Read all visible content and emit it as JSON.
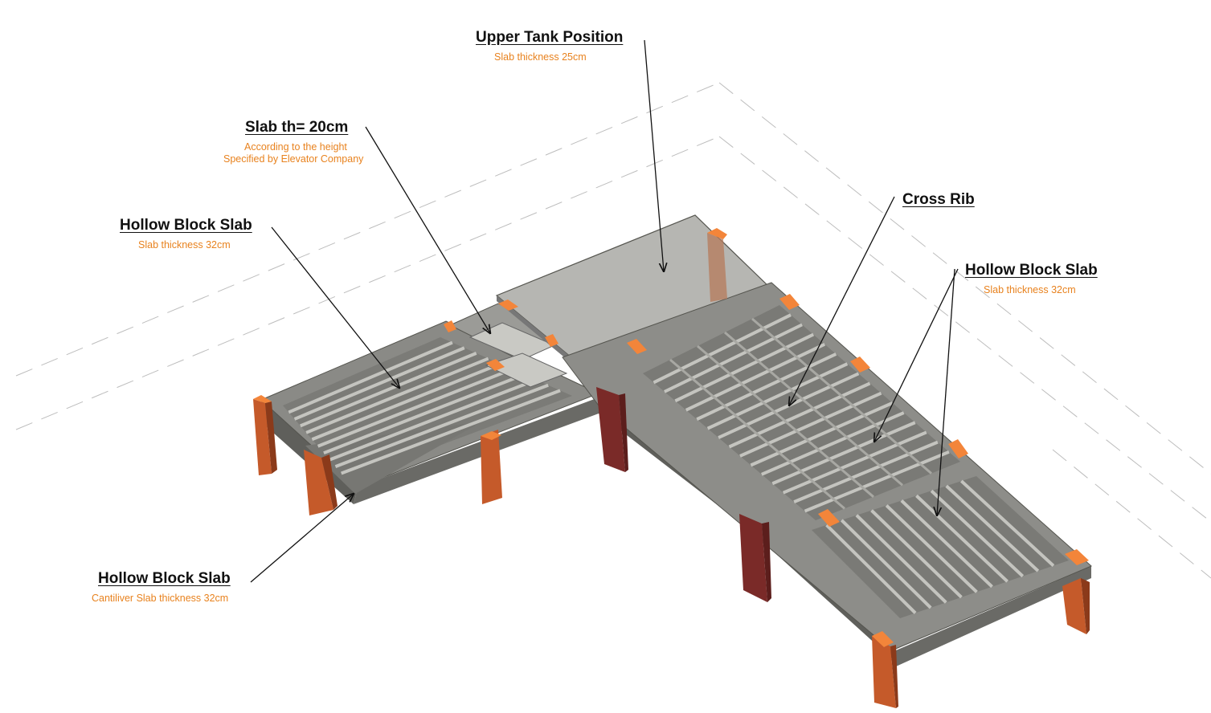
{
  "annotations": {
    "upper_tank": {
      "title": "Upper Tank Position",
      "sub": "Slab thickness  25cm"
    },
    "slab_th": {
      "title": "Slab th= 20cm",
      "sub1": "According to the height",
      "sub2": "Specified by Elevator Company"
    },
    "hollow_left": {
      "title": "Hollow Block Slab",
      "sub": "Slab thickness  32cm"
    },
    "cross_rib": {
      "title": "Cross Rib"
    },
    "hollow_right": {
      "title": "Hollow Block Slab",
      "sub": "Slab thickness  32cm"
    },
    "hollow_cantilever": {
      "title": "Hollow Block Slab",
      "sub": "Cantiliver Slab thickness  32cm"
    }
  },
  "colors": {
    "slab_top": "#8a8a86",
    "slab_side": "#5f5f5b",
    "rib": "#b9b9b4",
    "column": "#c55a2a",
    "column_dark": "#8b3a1a",
    "core_column": "#7a2a28",
    "column_cap": "#f3853a",
    "accent_text": "#e8821e",
    "tank": "#b6b6b2"
  }
}
